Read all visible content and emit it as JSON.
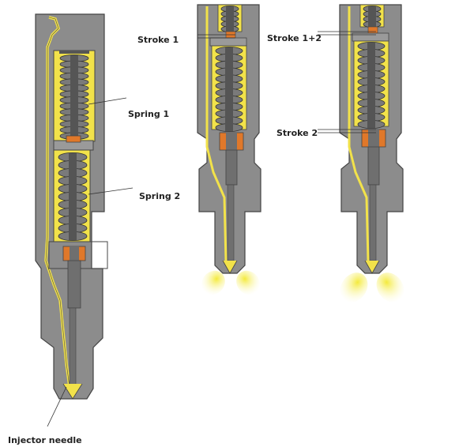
{
  "labels": {
    "spring_1": "Spring 1",
    "spring_2": "Spring 2",
    "injector_needle": "Injector needle",
    "stroke_1": "Stroke 1",
    "stroke_1_2": "Stroke 1+2",
    "stroke_2": "Stroke 2"
  },
  "colors": {
    "body": "#8c8c8c",
    "body_dark": "#6f6f6f",
    "fuel": "#f2e24a",
    "spring": "#7a7a7a",
    "seat": "#e0782a",
    "spray": "#f3e94f",
    "outline": "#444444"
  }
}
